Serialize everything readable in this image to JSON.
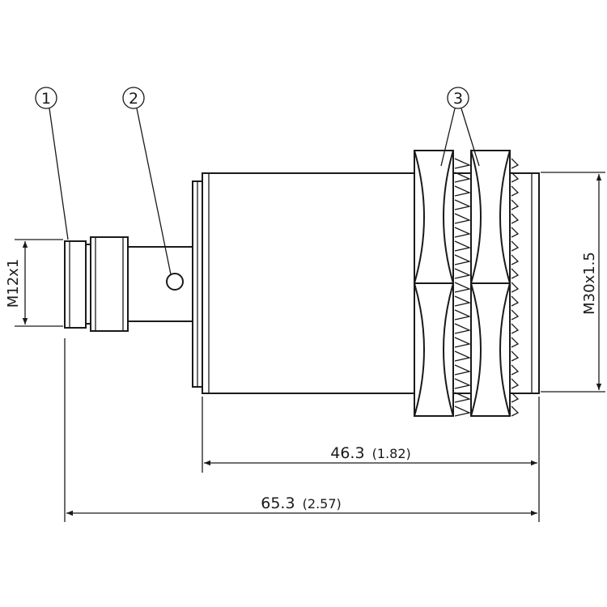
{
  "callouts": {
    "c1": "1",
    "c2": "2",
    "c3": "3"
  },
  "dimensions": {
    "thread_connector": "M12x1",
    "thread_housing": "M30x1.5",
    "length_housing": "46.3",
    "length_housing_inch": "(1.82)",
    "length_total": "65.3",
    "length_total_inch": "(2.57)"
  },
  "colors": {
    "line": "#1a1a1a",
    "background": "#ffffff"
  }
}
